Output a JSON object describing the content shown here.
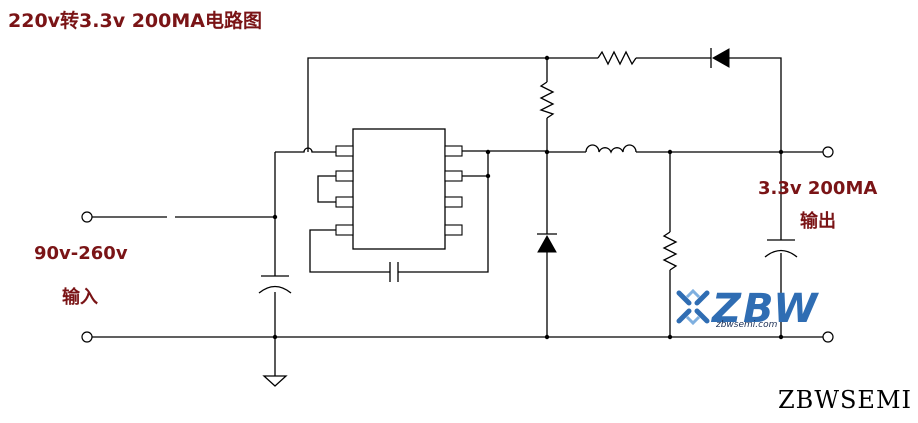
{
  "title": "220v转3.3v 200MA电路图",
  "input": {
    "range": "90v-260v",
    "label": "输入"
  },
  "output": {
    "spec": "3.3v 200MA",
    "label": "输出"
  },
  "logo": {
    "text": "ZBW",
    "url": "zbwsemi.com",
    "color": "#2f6db3"
  },
  "brand": "ZBWSEMI",
  "colors": {
    "label": "#7a1416",
    "wire": "#000000"
  }
}
